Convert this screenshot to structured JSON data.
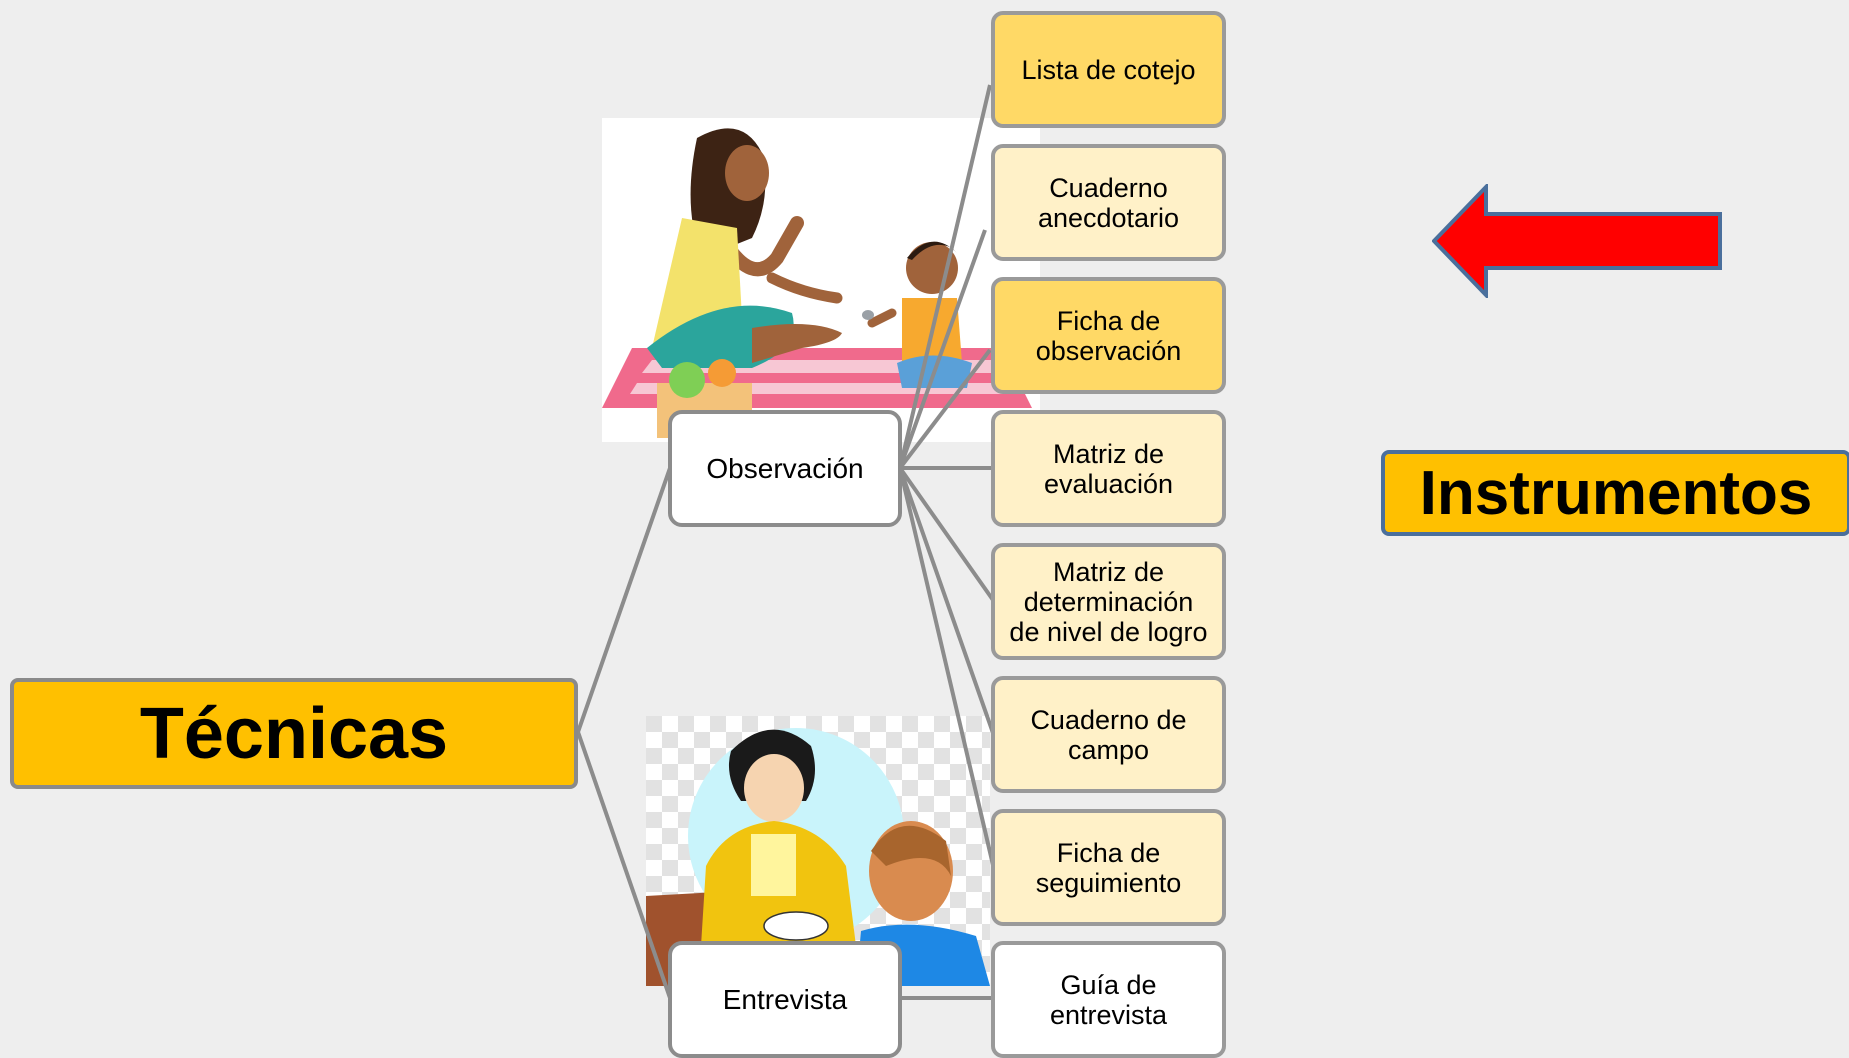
{
  "root": {
    "label": "Técnicas"
  },
  "header": {
    "label": "Instrumentos"
  },
  "techniques": [
    {
      "key": "observacion",
      "label": "Observación"
    },
    {
      "key": "entrevista",
      "label": "Entrevista"
    }
  ],
  "instruments": [
    {
      "lines": [
        "Lista de cotejo"
      ],
      "technique": "observacion",
      "shade": "dark"
    },
    {
      "lines": [
        "Cuaderno",
        "anecdotario"
      ],
      "technique": "observacion",
      "shade": "light"
    },
    {
      "lines": [
        "Ficha de",
        "observación"
      ],
      "technique": "observacion",
      "shade": "dark"
    },
    {
      "lines": [
        "Matriz de",
        "evaluación"
      ],
      "technique": "observacion",
      "shade": "light"
    },
    {
      "lines": [
        "Matriz de",
        "determinación",
        "de nivel de logro"
      ],
      "technique": "observacion",
      "shade": "light"
    },
    {
      "lines": [
        "Cuaderno de",
        "campo"
      ],
      "technique": "observacion",
      "shade": "light"
    },
    {
      "lines": [
        "Ficha de",
        "seguimiento"
      ],
      "technique": "observacion",
      "shade": "light"
    },
    {
      "lines": [
        "Guía de",
        "entrevista"
      ],
      "technique": "entrevista",
      "shade": "white"
    }
  ],
  "colors": {
    "label_fill": "#ffc000",
    "arrow_fill": "#ff0000",
    "arrow_stroke": "#4a6f9c",
    "connector": "#8c8c8c",
    "instrument_light": "#fff1c8",
    "instrument_dark": "#ffd966"
  },
  "illustrations": [
    {
      "name": "mother-and-baby-illustration"
    },
    {
      "name": "interview-illustration"
    }
  ],
  "decorations": {
    "arrow": "left-pointing-arrow"
  }
}
